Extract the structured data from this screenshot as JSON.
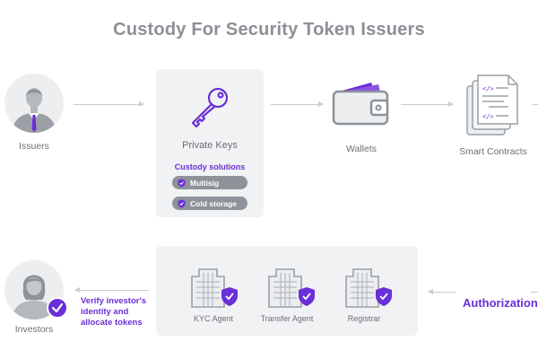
{
  "title": "Custody For Security Token Issuers",
  "nodes": {
    "issuers": "Issuers",
    "private_keys": "Private Keys",
    "wallets": "Wallets",
    "smart_contracts": "Smart Contracts",
    "investors": "Investors",
    "kyc_agent": "KYC Agent",
    "transfer_agent": "Transfer Agent",
    "registrar": "Registrar"
  },
  "custody": {
    "title": "Custody solutions",
    "options": [
      "Multisig",
      "Cold storage"
    ]
  },
  "authorization": "Authorization",
  "verify_text": "Verify investor's identity and allocate tokens",
  "colors": {
    "accent": "#6a2fd6",
    "panel": "#f1f2f4",
    "icon_gray": "#8e939a",
    "arrow": "#c9ccd1"
  }
}
